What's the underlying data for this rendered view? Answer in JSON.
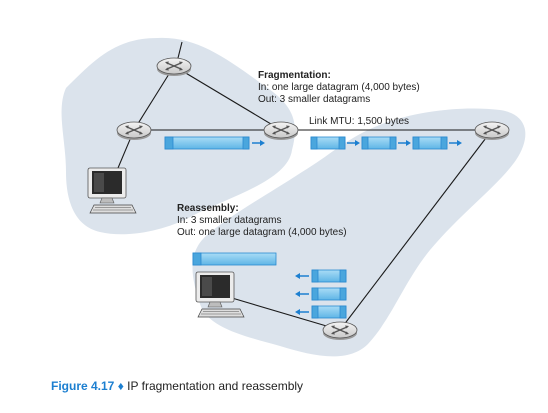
{
  "fragmentation": {
    "title": "Fragmentation:",
    "line_in": "In: one large datagram (4,000 bytes)",
    "line_out": "Out: 3 smaller datagrams"
  },
  "link_mtu": "Link MTU: 1,500 bytes",
  "reassembly": {
    "title": "Reassembly:",
    "line_in": "In: 3 smaller datagrams",
    "line_out": "Out: one large datagram (4,000 bytes)"
  },
  "caption": {
    "figure": "Figure 4.17",
    "separator": "♦",
    "text": "IP fragmentation and reassembly"
  },
  "colors": {
    "cloud": "#dbe3ec",
    "datagram_fill": "#7ec8ef",
    "datagram_stroke": "#2a8ad0",
    "arrow": "#1c7fd0",
    "router_fill": "#e6e6e6",
    "link": "#1a1a1a"
  },
  "icons": [
    "router-icon",
    "computer-icon",
    "datagram-packet",
    "arrow-icon"
  ]
}
